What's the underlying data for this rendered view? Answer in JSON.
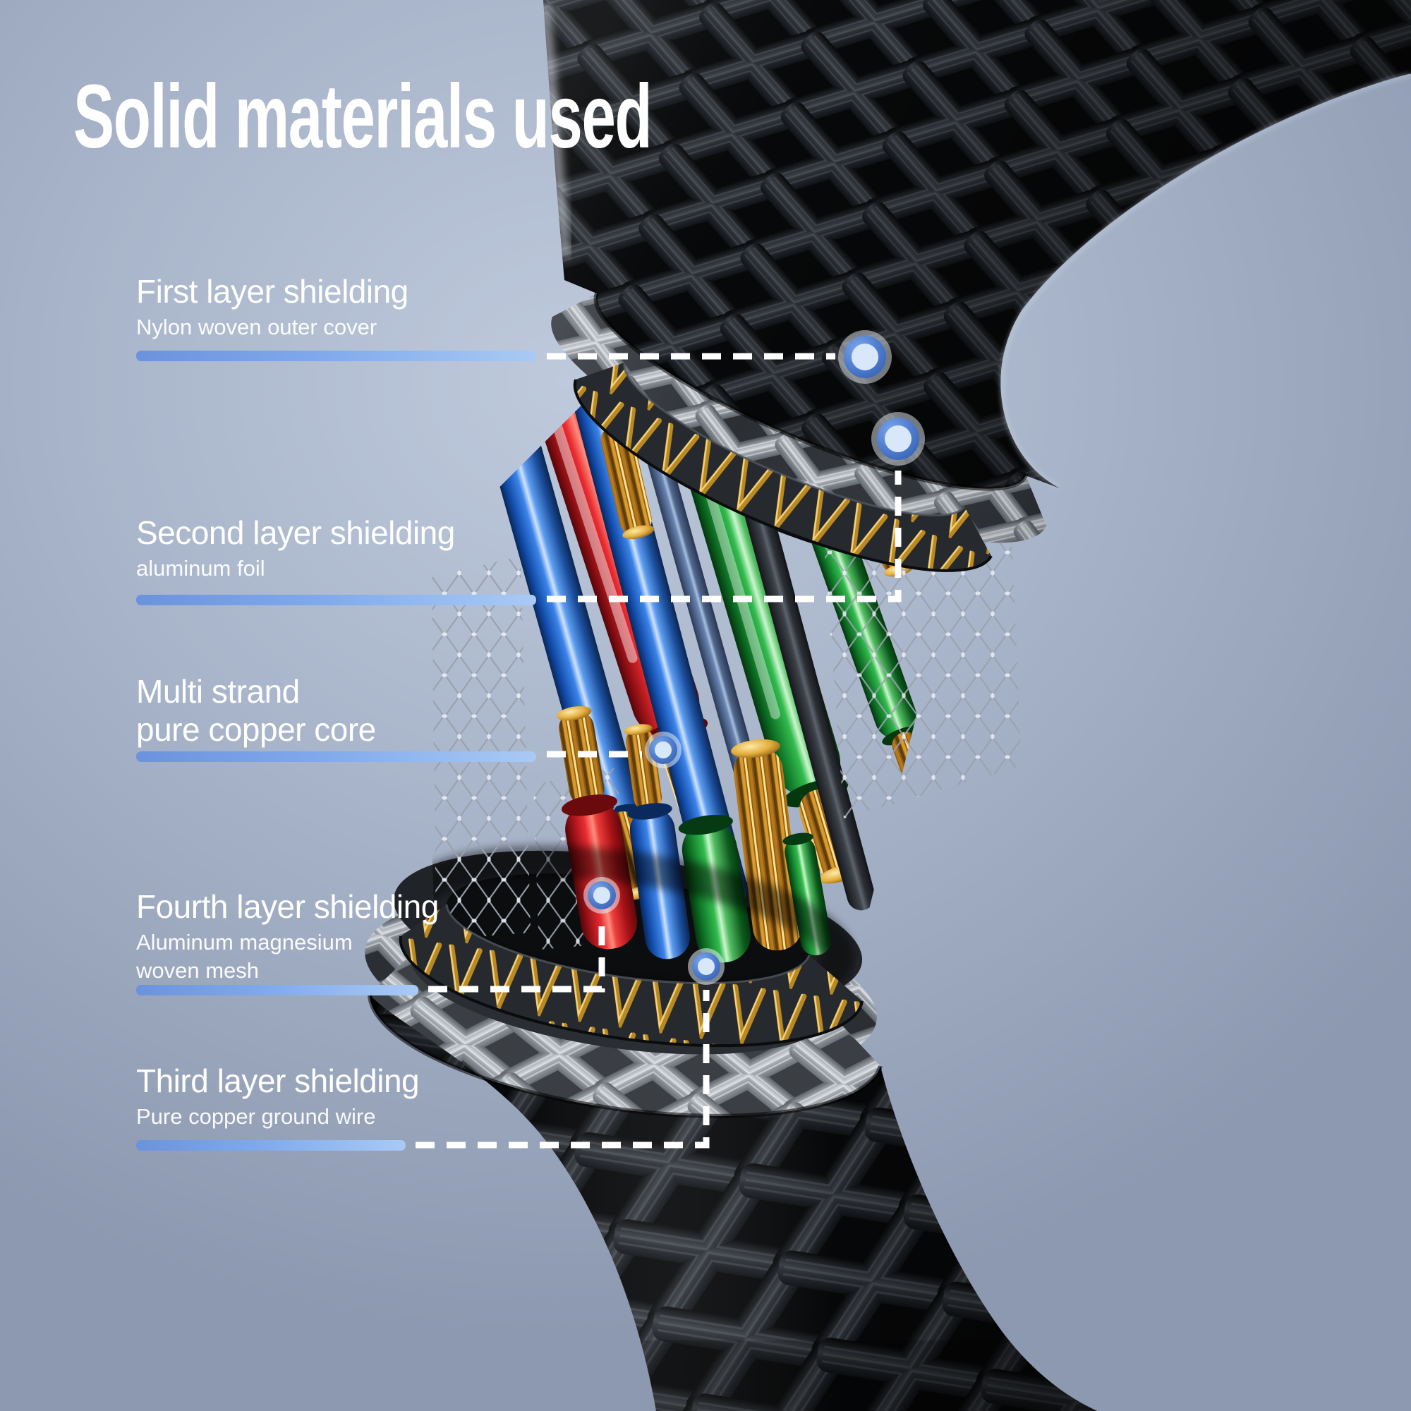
{
  "page": {
    "title": "Solid materials used"
  },
  "callouts": [
    {
      "heading": "First layer shielding",
      "subheading": "Nylon woven outer cover"
    },
    {
      "heading": "Second layer shielding",
      "subheading": "aluminum foil"
    },
    {
      "heading": "Multi strand\npure copper core",
      "subheading": ""
    },
    {
      "heading": "Fourth layer shielding",
      "subheading": "Aluminum magnesium\nwoven mesh"
    },
    {
      "heading": "Third layer shielding",
      "subheading": "Pure copper ground wire"
    }
  ],
  "style": {
    "accent_bar_gradient": [
      "#6b93dd",
      "#a9caf5"
    ],
    "connector_color": "#ffffff",
    "marker_ring_color": "#4d7bce",
    "marker_center_color": "#d9e7fb",
    "background_tint": "#a9b5ca",
    "wire_colors": {
      "red": "#e92c31",
      "blue": "#3c84e8",
      "green": "#32bb4e",
      "copper": "#d89b2d"
    }
  }
}
